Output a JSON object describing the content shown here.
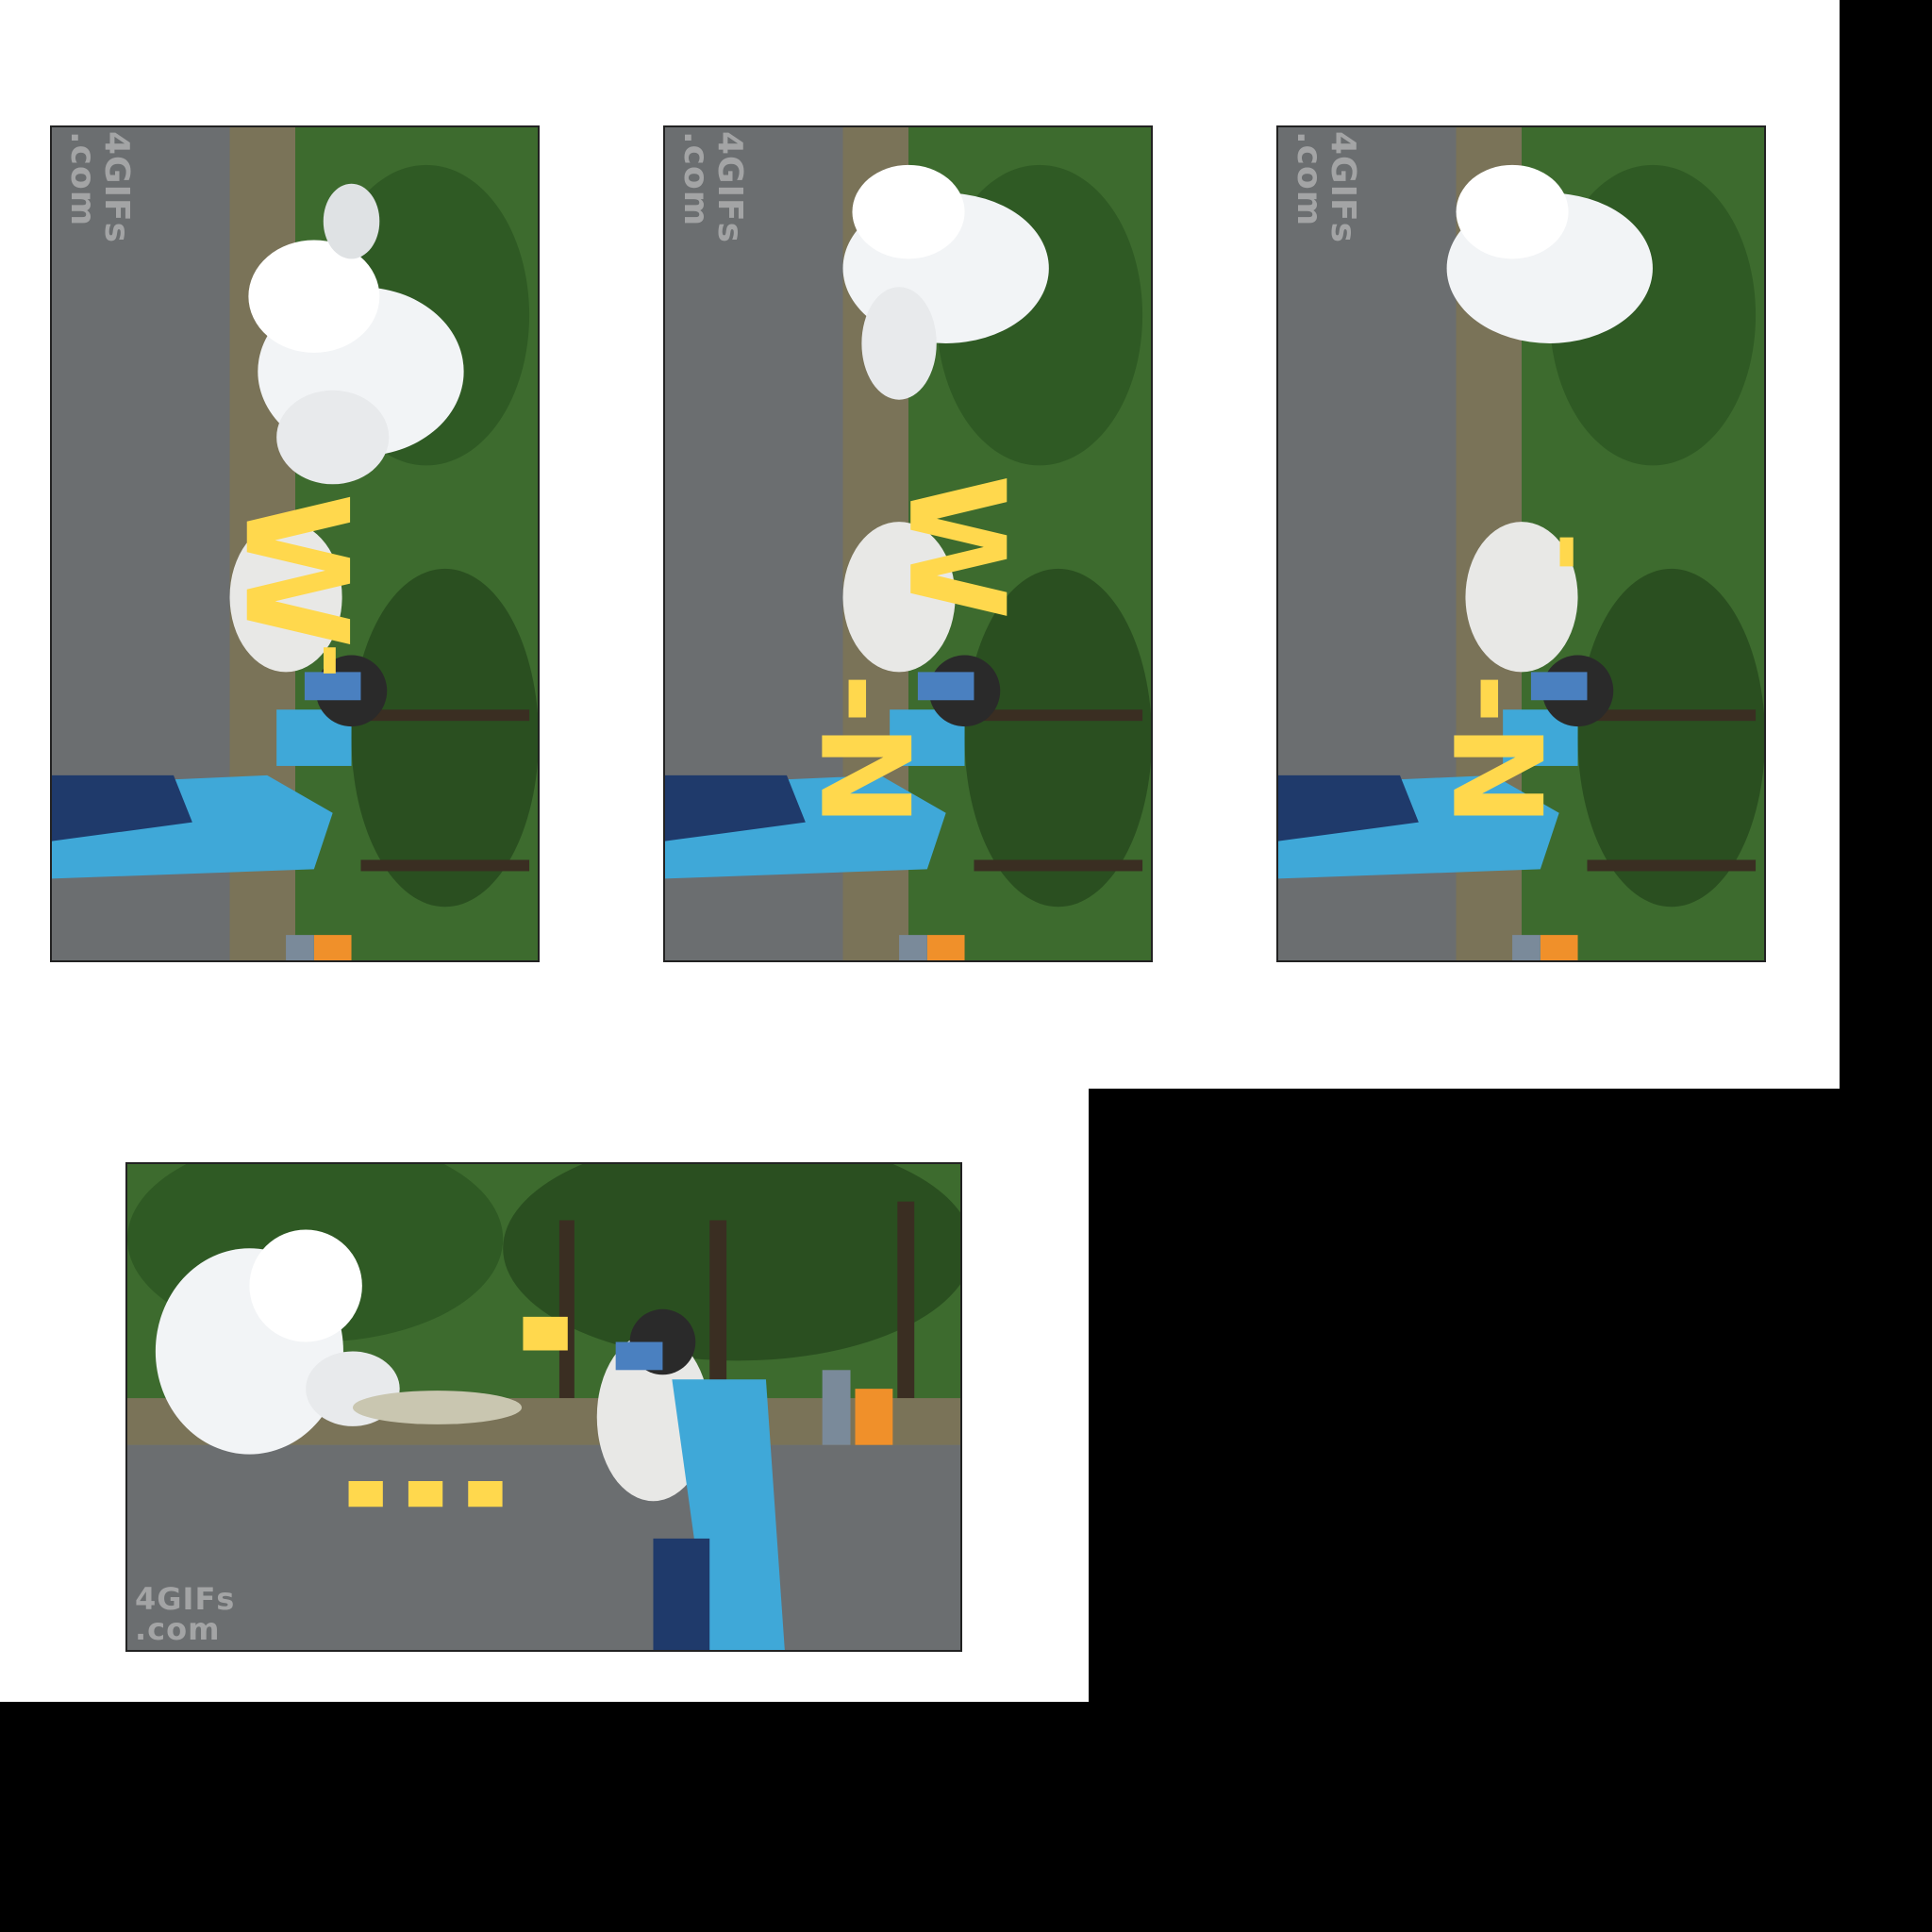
{
  "watermark": {
    "line1": "4GIFs",
    "line2": ".com"
  },
  "frames": [
    {
      "caption_a": "W",
      "caption_b": "-",
      "rotated": true
    },
    {
      "caption_a": "W",
      "caption_b": "-N",
      "rotated": true
    },
    {
      "caption_a": "-",
      "caption_b": "-N",
      "rotated": true
    },
    {
      "caption_a": "▀",
      "caption_b": "▀ ▀ ▀",
      "rotated": false
    }
  ],
  "colors": {
    "background": "#000000",
    "panel": "#ffffff",
    "caption": "#ffd84d",
    "shirt": "#3fa8d8",
    "foliage": "#3d6b2e",
    "road": "#6b6e70",
    "smoke": "#f2f4f6",
    "shield": "#e8e8e6"
  }
}
